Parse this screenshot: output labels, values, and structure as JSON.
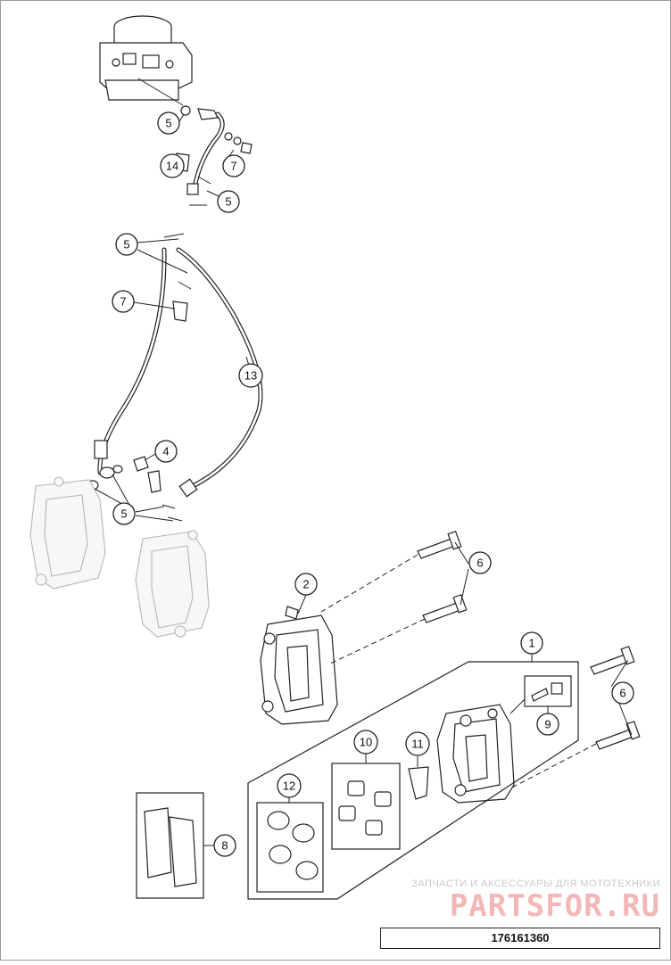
{
  "diagram": {
    "callouts": [
      {
        "id": "c-5-top",
        "label": "5"
      },
      {
        "id": "c-7-top",
        "label": "7"
      },
      {
        "id": "c-14",
        "label": "14"
      },
      {
        "id": "c-5-b",
        "label": "5"
      },
      {
        "id": "c-5-c",
        "label": "5"
      },
      {
        "id": "c-7-mid",
        "label": "7"
      },
      {
        "id": "c-13",
        "label": "13"
      },
      {
        "id": "c-4",
        "label": "4"
      },
      {
        "id": "c-5-d",
        "label": "5"
      },
      {
        "id": "c-2",
        "label": "2"
      },
      {
        "id": "c-6-a",
        "label": "6"
      },
      {
        "id": "c-1",
        "label": "1"
      },
      {
        "id": "c-6-b",
        "label": "6"
      },
      {
        "id": "c-9",
        "label": "9"
      },
      {
        "id": "c-10",
        "label": "10"
      },
      {
        "id": "c-11",
        "label": "11"
      },
      {
        "id": "c-12",
        "label": "12"
      },
      {
        "id": "c-8",
        "label": "8"
      }
    ]
  },
  "watermark": {
    "tagline": "ЗАПЧАСТИ И АКСЕССУАРЫ ДЛЯ МОТОТЕХНИКИ",
    "logo": "PARTSFOR.RU"
  },
  "drawing_code": "176161360",
  "colors": {
    "line": "#222222",
    "ghost": "#b5b5b5",
    "watermark": "#f2b7b7"
  }
}
